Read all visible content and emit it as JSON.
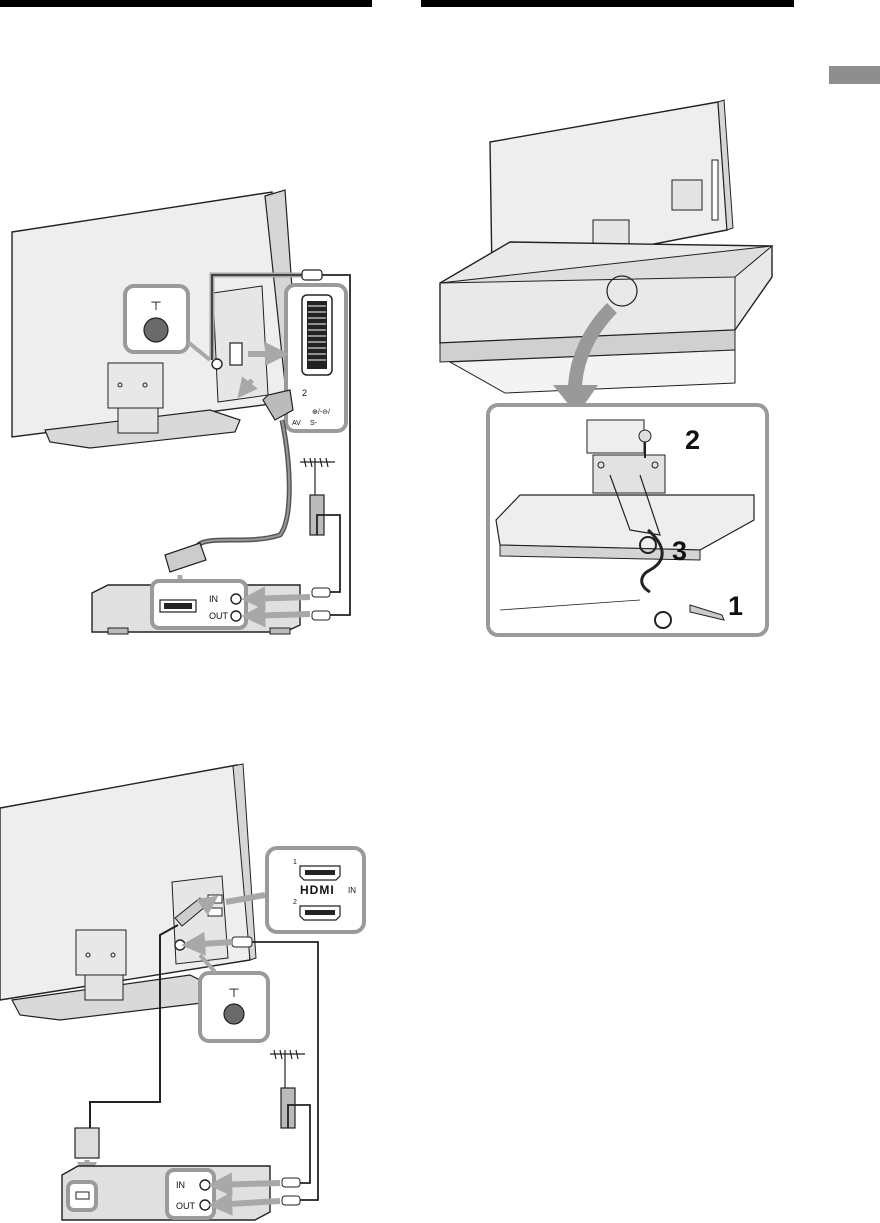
{
  "diagram_top_left": {
    "antenna_port_label": "┬",
    "scart_number": "2",
    "scart_labels": {
      "av": "AV",
      "svideo": "S-",
      "symbols": "⊕/-⊖/"
    },
    "recorder_in_label": "IN",
    "recorder_out_label": "OUT"
  },
  "diagram_bottom_left": {
    "hdmi_logo": "HDMI",
    "hdmi_in_label": "IN",
    "hdmi_port_1": "1",
    "hdmi_port_2": "2",
    "antenna_port_label": "┬",
    "recorder_in_label": "IN",
    "recorder_out_label": "OUT"
  },
  "diagram_right": {
    "step_1": "1",
    "step_2": "2",
    "step_3": "3"
  },
  "colors": {
    "callout_border": "#9a9a9a",
    "arrow_gray": "#a8a8a8",
    "tab_gray": "#8e8e8e"
  }
}
